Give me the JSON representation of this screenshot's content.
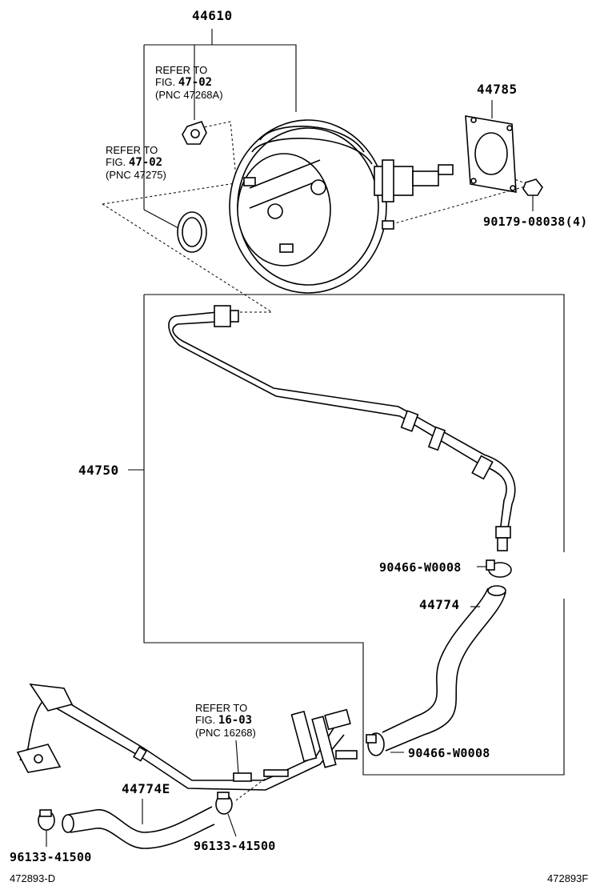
{
  "parts": {
    "p44610": "44610",
    "p44785": "44785",
    "p90179": "90179-08038(4)",
    "p44750": "44750",
    "p90466a": "90466-W0008",
    "p44774": "44774",
    "p90466b": "90466-W0008",
    "p44774e": "44774E",
    "p96133a": "96133-41500",
    "p96133b": "96133-41500"
  },
  "refs": {
    "r1": {
      "line1": "REFER TO",
      "fig_prefix": "FIG.",
      "fig": "47-02",
      "pnc": "(PNC 47268A)"
    },
    "r2": {
      "line1": "REFER TO",
      "fig_prefix": "FIG.",
      "fig": "47-02",
      "pnc": "(PNC 47275)"
    },
    "r3": {
      "line1": "REFER TO",
      "fig_prefix": "FIG.",
      "fig": "16-03",
      "pnc": "(PNC 16268)"
    }
  },
  "footer": {
    "left_code": "472893-D",
    "right_code": "472893F"
  }
}
